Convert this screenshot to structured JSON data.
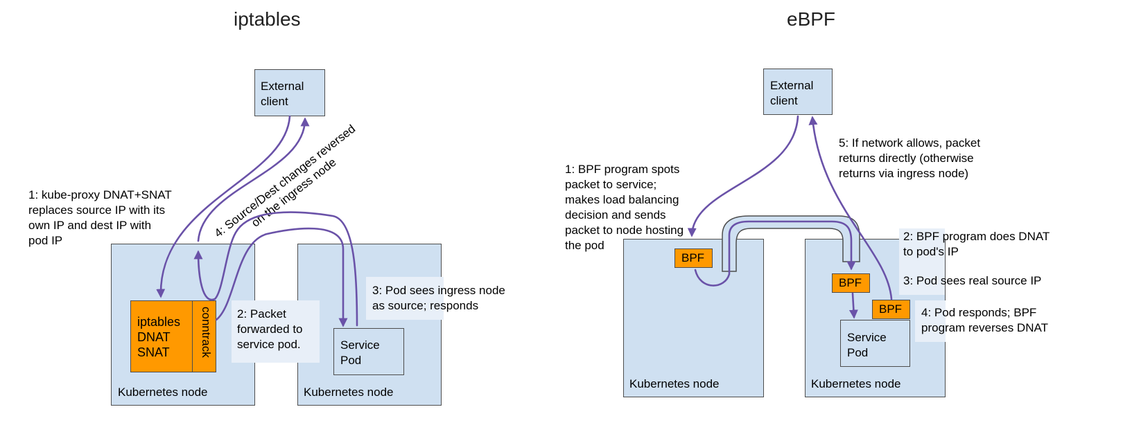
{
  "titles": {
    "left": "iptables",
    "right": "eBPF"
  },
  "iptables": {
    "external_client": "External\nclient",
    "node_left": "Kubernetes node",
    "node_right": "Kubernetes node",
    "iptables_box": "iptables\nDNAT\nSNAT",
    "conntrack": "conntrack",
    "service_pod": "Service\nPod",
    "step1": "1: kube-proxy DNAT+SNAT\nreplaces source IP with its\nown IP and dest IP with\npod IP",
    "step2": "2: Packet\nforwarded to\nservice pod.",
    "step3": "3: Pod sees ingress node\nas source; responds",
    "step4": "4: Source/Dest changes reversed\non the ingress node"
  },
  "ebpf": {
    "external_client": "External\nclient",
    "node_left": "Kubernetes node",
    "node_right": "Kubernetes node",
    "bpf_left": "BPF",
    "bpf_mid": "BPF",
    "bpf_right": "BPF",
    "service_pod": "Service\nPod",
    "step1": "1: BPF program spots\npacket to service;\nmakes load balancing\ndecision and sends\npacket to node hosting\nthe pod",
    "step2": "2: BPF program does DNAT\nto pod's IP",
    "step3": "3: Pod sees real source IP",
    "step4": "4: Pod responds; BPF\nprogram reverses DNAT",
    "step5": "5: If network allows, packet\nreturns directly (otherwise\nreturns via ingress node)"
  },
  "colors": {
    "node_fill": "#cfe0f1",
    "accent": "#ff9900",
    "arrow": "#6a52a8"
  }
}
